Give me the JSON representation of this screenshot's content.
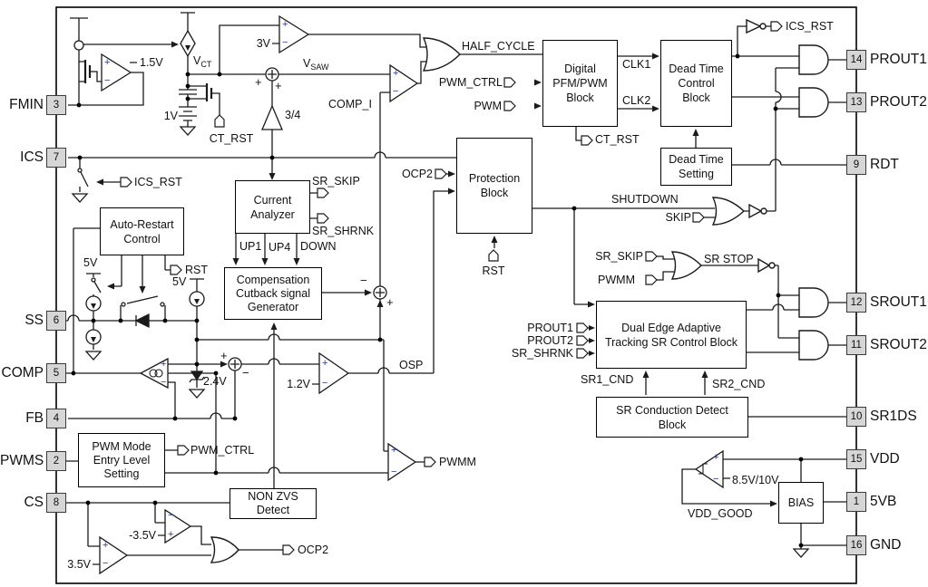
{
  "chip": {
    "pins_left": [
      {
        "name": "FMIN",
        "num": "3"
      },
      {
        "name": "ICS",
        "num": "7"
      },
      {
        "name": "SS",
        "num": "6"
      },
      {
        "name": "COMP",
        "num": "5"
      },
      {
        "name": "FB",
        "num": "4"
      },
      {
        "name": "PWMS",
        "num": "2"
      },
      {
        "name": "CS",
        "num": "8"
      }
    ],
    "pins_right": [
      {
        "name": "PROUT1",
        "num": "14"
      },
      {
        "name": "PROUT2",
        "num": "13"
      },
      {
        "name": "RDT",
        "num": "9"
      },
      {
        "name": "SROUT1",
        "num": "12"
      },
      {
        "name": "SROUT2",
        "num": "11"
      },
      {
        "name": "SR1DS",
        "num": "10"
      },
      {
        "name": "VDD",
        "num": "15"
      },
      {
        "name": "5VB",
        "num": "1"
      },
      {
        "name": "GND",
        "num": "16"
      }
    ]
  },
  "blocks": {
    "digital": {
      "l1": "Digital",
      "l2": "PFM/PWM",
      "l3": "Block"
    },
    "deadtime_ctrl": {
      "l1": "Dead Time",
      "l2": "Control",
      "l3": "Block"
    },
    "deadtime_set": {
      "l1": "Dead Time",
      "l2": "Setting"
    },
    "protection": {
      "l1": "Protection",
      "l2": "Block"
    },
    "current_analyzer": {
      "l1": "Current",
      "l2": "Analyzer"
    },
    "comp_cutback": {
      "l1": "Compensation",
      "l2": "Cutback signal",
      "l3": "Generator"
    },
    "auto_restart": {
      "l1": "Auto-Restart",
      "l2": "Control"
    },
    "pwm_mode": {
      "l1": "PWM Mode",
      "l2": "Entry Level",
      "l3": "Setting"
    },
    "non_zvs": {
      "l1": "NON ZVS",
      "l2": "Detect"
    },
    "dual_edge": {
      "l1": "Dual Edge Adaptive",
      "l2": "Tracking SR Control Block"
    },
    "sr_conduction": {
      "l1": "SR Conduction Detect",
      "l2": "Block"
    },
    "bias": {
      "l1": "BIAS"
    }
  },
  "signals": {
    "half_cycle": "HALF_CYCLE",
    "pwm_ctrl": "PWM_CTRL",
    "pwm": "PWM",
    "clk1": "CLK1",
    "clk2": "CLK2",
    "ct_rst": "CT_RST",
    "ics_rst": "ICS_RST",
    "rst": "RST",
    "ocp2": "OCP2",
    "sr_skip": "SR_SKIP",
    "sr_shrnk": "SR_SHRNK",
    "up1": "UP1",
    "up4": "UP4",
    "down": "DOWN",
    "shutdown": "SHUTDOWN",
    "skip": "SKIP",
    "sr_stop": "SR STOP",
    "pwmm": "PWMM",
    "prout1": "PROUT1",
    "prout2": "PROUT2",
    "sr1_cnd": "SR1_CND",
    "sr2_cnd": "SR2_CND",
    "osp": "OSP",
    "comp_i": "COMP_I",
    "vdd_good": "VDD_GOOD",
    "vct_base": "V",
    "vct_sub": "CT",
    "vsaw_base": "V",
    "vsaw_sub": "SAW"
  },
  "refs": {
    "v1_5": "1.5V",
    "v3": "3V",
    "v1": "1V",
    "gain": "3/4",
    "v5": "5V",
    "v2_4": "2.4V",
    "v1_2": "1.2V",
    "v3_5": "3.5V",
    "vneg3_5": "-3.5V",
    "vdd_th": "8.5V/10V",
    "plus": "+",
    "minus": "−"
  }
}
